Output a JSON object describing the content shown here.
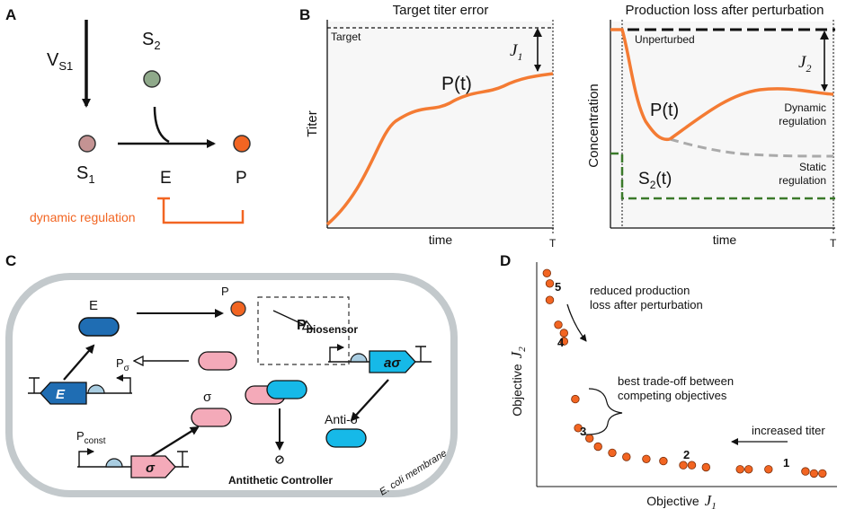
{
  "panels": {
    "a": "A",
    "b": "B",
    "c": "C",
    "d": "D"
  },
  "panel_a": {
    "v_s1": "V",
    "v_s1_sub": "S1",
    "s2": "S",
    "s2_sub": "2",
    "s1": "S",
    "s1_sub": "1",
    "e": "E",
    "p": "P",
    "dynamic_regulation": "dynamic regulation"
  },
  "panel_b": {
    "left_title": "Target titer error",
    "target": "Target",
    "j1": "J",
    "j1_sub": "1",
    "pt": "P(t)",
    "ylabel": "Titer",
    "xlabel": "time",
    "t_end": "T",
    "right_title": "Production loss after perturbation",
    "unperturbed": "Unperturbed",
    "j2": "J",
    "j2_sub": "2",
    "pt2": "P(t)",
    "dynamic": "Dynamic",
    "regulation1": "regulation",
    "static": "Static",
    "regulation2": "regulation",
    "s2t": "S",
    "s2t_sub": "2",
    "s2t_rest": "(t)",
    "ylabel2": "Concentration",
    "xlabel2": "time",
    "t_end2": "T"
  },
  "panel_c": {
    "e": "E",
    "p": "P",
    "pbiosensor": "P",
    "pbiosensor_sub": "biosensor",
    "p_sigma": "P",
    "p_sigma_sub": "σ",
    "gene_e": "E",
    "sigma": "σ",
    "pconst": "P",
    "pconst_sub": "const",
    "gene_sigma": "σ",
    "gene_asigma": "aσ",
    "anti_sigma": "Anti-σ",
    "antithetic": "Antithetic Controller",
    "membrane": "E. coli membrane"
  },
  "panel_d": {
    "ylabel": "Objective",
    "j2": "J",
    "j2_sub": "2",
    "xlabel": "Objective",
    "j1": "J",
    "j1_sub": "1",
    "note_top_1": "reduced production",
    "note_top_2": "loss after perturbation",
    "note_mid_1": "best trade-off between",
    "note_mid_2": "competing objectives",
    "note_right": "increased titer",
    "rank_1": "1",
    "rank_2": "2",
    "rank_3": "3",
    "rank_4": "4",
    "rank_5": "5"
  },
  "colors": {
    "orange": "#f26522",
    "orange_curve": "#f47b33",
    "green_node": "#8fa98a",
    "s1_node": "#c49393",
    "pink": "#f4aab9",
    "dark_blue": "#1f6db3",
    "cyan": "#16b9e8",
    "green_dash": "#3b7a2a",
    "gray_dash": "#aaaaaa",
    "membrane": "#c3c9cc"
  },
  "chart_data": {
    "type": "scatter",
    "title": "",
    "xlabel": "Objective J1",
    "ylabel": "Objective J2",
    "x": [
      0.02,
      0.03,
      0.03,
      0.06,
      0.08,
      0.08,
      0.12,
      0.13,
      0.17,
      0.2,
      0.25,
      0.3,
      0.37,
      0.43,
      0.5,
      0.53,
      0.58,
      0.7,
      0.73,
      0.8,
      0.93,
      0.96,
      0.99
    ],
    "y": [
      0.99,
      0.94,
      0.86,
      0.74,
      0.7,
      0.66,
      0.38,
      0.24,
      0.19,
      0.15,
      0.12,
      0.1,
      0.09,
      0.08,
      0.06,
      0.06,
      0.05,
      0.04,
      0.04,
      0.04,
      0.03,
      0.02,
      0.02
    ],
    "labels": [
      {
        "text": "1"
      },
      {
        "text": "2"
      },
      {
        "text": "3"
      },
      {
        "text": "4"
      },
      {
        "text": "5"
      }
    ]
  }
}
